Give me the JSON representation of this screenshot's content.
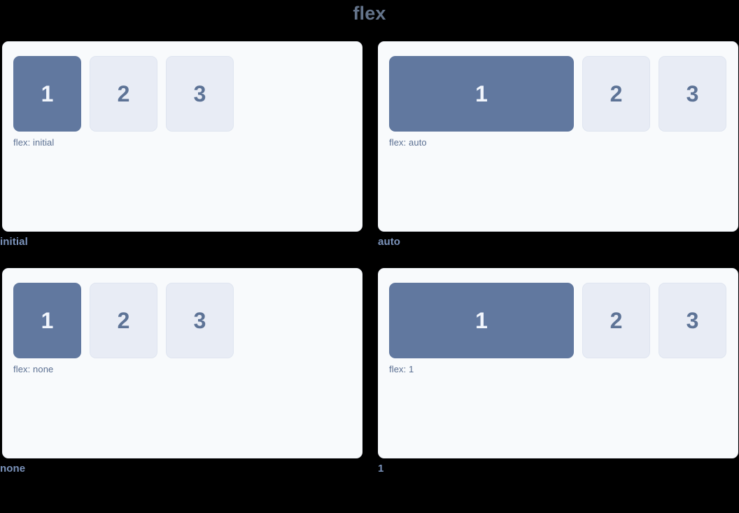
{
  "title": "flex",
  "background_color": "#000000",
  "panel_color": "#f8fafc",
  "accent_color": "#61789f",
  "muted_box_color": "#e8ecf5",
  "label_color": "#7b93bb",
  "caption_color": "#5a6f91",
  "title_color": "#64748b",
  "demos": [
    {
      "key": "initial",
      "label": "initial",
      "caption": "flex: initial",
      "boxes": [
        {
          "text": "1",
          "style": "primary"
        },
        {
          "text": "2",
          "style": "muted"
        },
        {
          "text": "3",
          "style": "muted"
        }
      ]
    },
    {
      "key": "auto",
      "label": "auto",
      "caption": "flex: auto",
      "boxes": [
        {
          "text": "1",
          "style": "primary"
        },
        {
          "text": "2",
          "style": "muted"
        },
        {
          "text": "3",
          "style": "muted"
        }
      ]
    },
    {
      "key": "none",
      "label": "none",
      "caption": "flex: none",
      "boxes": [
        {
          "text": "1",
          "style": "primary"
        },
        {
          "text": "2",
          "style": "muted"
        },
        {
          "text": "3",
          "style": "muted"
        }
      ]
    },
    {
      "key": "1",
      "label": "1",
      "caption": "flex: 1",
      "boxes": [
        {
          "text": "1",
          "style": "primary"
        },
        {
          "text": "2",
          "style": "muted"
        },
        {
          "text": "3",
          "style": "muted"
        }
      ]
    }
  ]
}
